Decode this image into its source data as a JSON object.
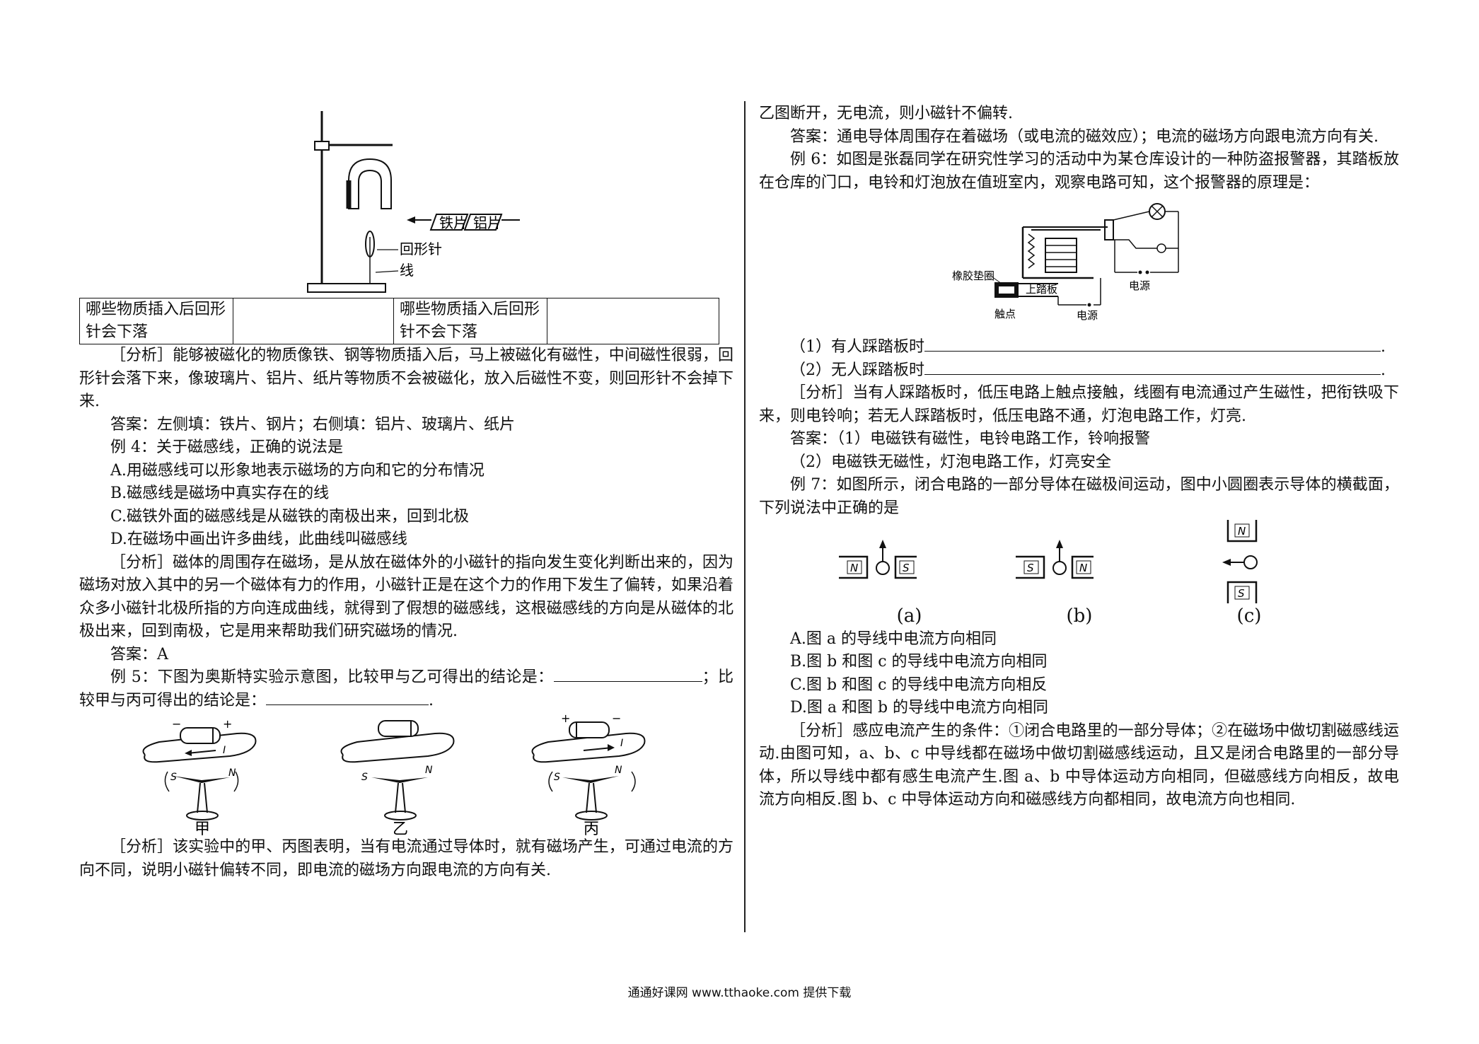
{
  "left": {
    "fig1": {
      "iron_label": "铁片",
      "al_label": "铝片",
      "clip_label": "回形针",
      "thread_label": "线"
    },
    "table": {
      "c1": "哪些物质插入后回形针会下落",
      "c2": "",
      "c3": "哪些物质插入后回形针不会下落",
      "c4": ""
    },
    "para1": "［分析］能够被磁化的物质像铁、钢等物质插入后，马上被磁化有磁性，中间磁性很弱，回形针会落下来，像玻璃片、铝片、纸片等物质不会被磁化，放入后磁性不变，则回形针不会掉下来.",
    "para2": "答案：左侧填：铁片、钢片；右侧填：铝片、玻璃片、纸片",
    "ex4": "例 4：关于磁感线，正确的说法是",
    "ex4_a": "A.用磁感线可以形象地表示磁场的方向和它的分布情况",
    "ex4_b": "B.磁感线是磁场中真实存在的线",
    "ex4_c": "C.磁铁外面的磁感线是从磁铁的南极出来，回到北极",
    "ex4_d": "D.在磁场中画出许多曲线，此曲线叫磁感线",
    "para3": "［分析］磁体的周围存在磁场，是从放在磁体外的小磁针的指向发生变化判断出来的，因为磁场对放入其中的另一个磁体有力的作用，小磁针正是在这个力的作用下发生了偏转，如果沿着众多小磁针北极所指的方向连成曲线，就得到了假想的磁感线，这根磁感线的方向是从磁体的北极出来，回到南极，它是用来帮助我们研究磁场的情况.",
    "ans4": "答案：A",
    "ex5_a": "例 5：下图为奥斯特实验示意图，比较甲与乙可得出的结论是：",
    "ex5_b": "；比较甲与丙可得出的结论是：",
    "ex5_end": ".",
    "oersted": {
      "jia": "甲",
      "yi": "乙",
      "bing": "丙",
      "s": "S",
      "n": "N",
      "i": "I",
      "minus": "−",
      "plus": "+"
    },
    "para4": "［分析］该实验中的甲、丙图表明，当有电流通过导体时，就有磁场产生，可通过电流的方向不同，说明小磁针偏转不同，即电流的磁场方向跟电流的方向有关."
  },
  "right": {
    "cont": "乙图断开，无电流，则小磁针不偏转.",
    "ans5": "答案：通电导体周围存在着磁场（或电流的磁效应）；电流的磁场方向跟电流方向有关.",
    "ex6": "例 6：如图是张磊同学在研究性学习的活动中为某仓库设计的一种防盗报警器，其踏板放在仓库的门口，电铃和灯泡放在值班室内，观察电路可知，这个报警器的原理是：",
    "alarm": {
      "rubber": "橡胶垫圈",
      "pedal": "上踏板",
      "contact": "触点",
      "power1": "电源",
      "power2": "电源"
    },
    "q1": "（1）有人踩踏板时",
    "q2": "（2）无人踩踏板时",
    "qend": ".",
    "para6": "［分析］当有人踩踏板时，低压电路上触点接触，线圈有电流通过产生磁性，把衔铁吸下来，则电铃响；若无人踩踏板时，低压电路不通，灯泡电路工作，灯亮.",
    "ans6a": "答案：（1）电磁铁有磁性，电铃电路工作，铃响报警",
    "ans6b": "（2）电磁铁无磁性，灯泡电路工作，灯亮安全",
    "ex7": "例 7：如图所示，闭合电路的一部分导体在磁极间运动，图中小圆圈表示导体的横截面，下列说法中正确的是",
    "poles": {
      "n": "N",
      "s": "S"
    },
    "labels": [
      "(a)",
      "(b)",
      "(c)"
    ],
    "ex7_a": "A.图 a 的导线中电流方向相同",
    "ex7_b": "B.图 b 和图 c 的导线中电流方向相同",
    "ex7_c": "C.图 b 和图 c 的导线中电流方向相反",
    "ex7_d": "D.图 a 和图 b 的导线中电流方向相同",
    "para7": "［分析］感应电流产生的条件：①闭合电路里的一部分导体；②在磁场中做切割磁感线运动.由图可知，a、b、c 中导线都在磁场中做切割磁感线运动，且又是闭合电路里的一部分导体，所以导线中都有感生电流产生.图 a、b 中导体运动方向相同，但磁感线方向相反，故电流方向相反.图 b、c 中导体运动方向和磁感线方向都相同，故电流方向也相同."
  },
  "footer": "通通好课网 www.tthaoke.com 提供下载"
}
